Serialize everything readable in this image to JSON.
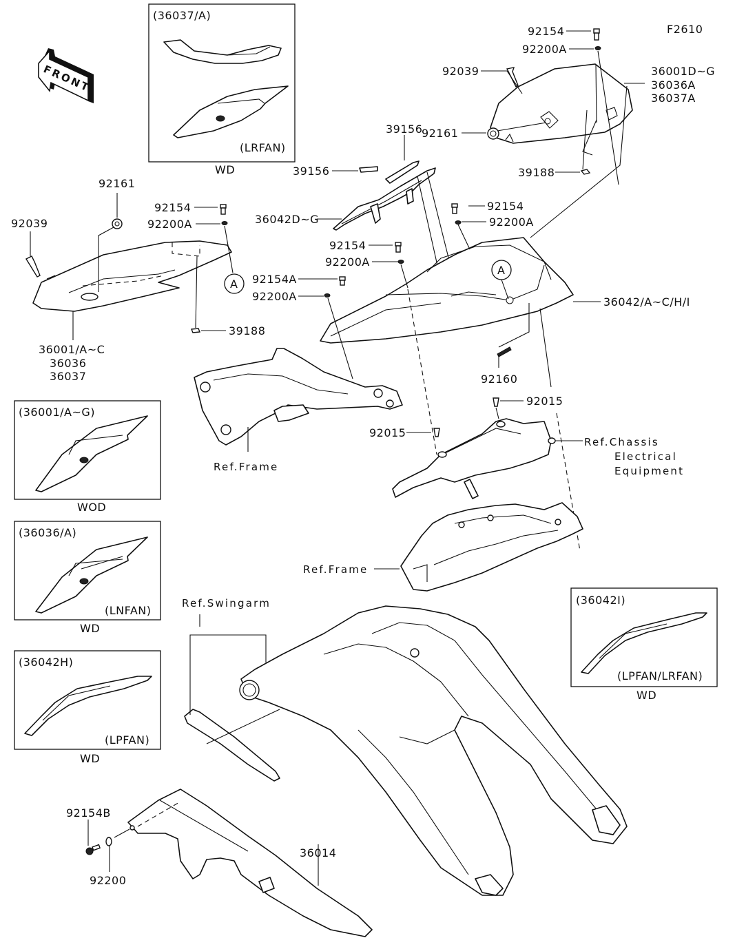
{
  "figure_code": "F2610",
  "front_indicator": {
    "text": "FRONT",
    "icon": "front-arrow-icon"
  },
  "callouts": {
    "top_right_bolt": "92154",
    "top_right_washer": "92200A",
    "top_right_rivet": "92039",
    "right_cover_group": [
      "36001D~G",
      "36036A",
      "36037A"
    ],
    "right_grommet": "92161",
    "right_tape": "39188",
    "handle_trim_top": "39156",
    "handle_trim_left": "39156",
    "grab_handle": "36042D~G",
    "mid_bolt_right": "92154",
    "mid_washer_right": "92200A",
    "mid_bolt_center": "92154",
    "mid_washer_center": "92200A",
    "mid_bolt_a": "92154A",
    "mid_washer_a": "92200A",
    "tail_cover": "36042/A~C/H/I",
    "spring_nut": "92160",
    "collar_right": "92015",
    "collar_left": "92015",
    "ref_chassis": [
      "Ref.Chassis",
      "Electrical",
      "Equipment"
    ],
    "ref_frame_upper": "Ref.Frame",
    "ref_frame_lower": "Ref.Frame",
    "ref_swingarm": "Ref.Swingarm",
    "left_grommet": "92161",
    "left_rivet": "92039",
    "left_bolt": "92154",
    "left_washer": "92200A",
    "left_tape": "39188",
    "left_cover_group": [
      "36001/A~C",
      "36036",
      "36037"
    ],
    "chain_bolt": "92154B",
    "chain_washer": "92200",
    "chain_guard": "36014",
    "ref_mark_a_left": "A",
    "ref_mark_a_right": "A"
  },
  "variant_boxes": [
    {
      "id": "36037",
      "title": "(36037/A)",
      "tag": "(LRFAN)",
      "caption": "WD"
    },
    {
      "id": "36001",
      "title": "(36001/A~G)",
      "tag": "",
      "caption": "WOD"
    },
    {
      "id": "36036",
      "title": "(36036/A)",
      "tag": "(LNFAN)",
      "caption": "WD"
    },
    {
      "id": "36042H",
      "title": "(36042H)",
      "tag": "(LPFAN)",
      "caption": "WD"
    },
    {
      "id": "36042I",
      "title": "(36042I)",
      "tag": "(LPFAN/LRFAN)",
      "caption": "WD"
    }
  ]
}
